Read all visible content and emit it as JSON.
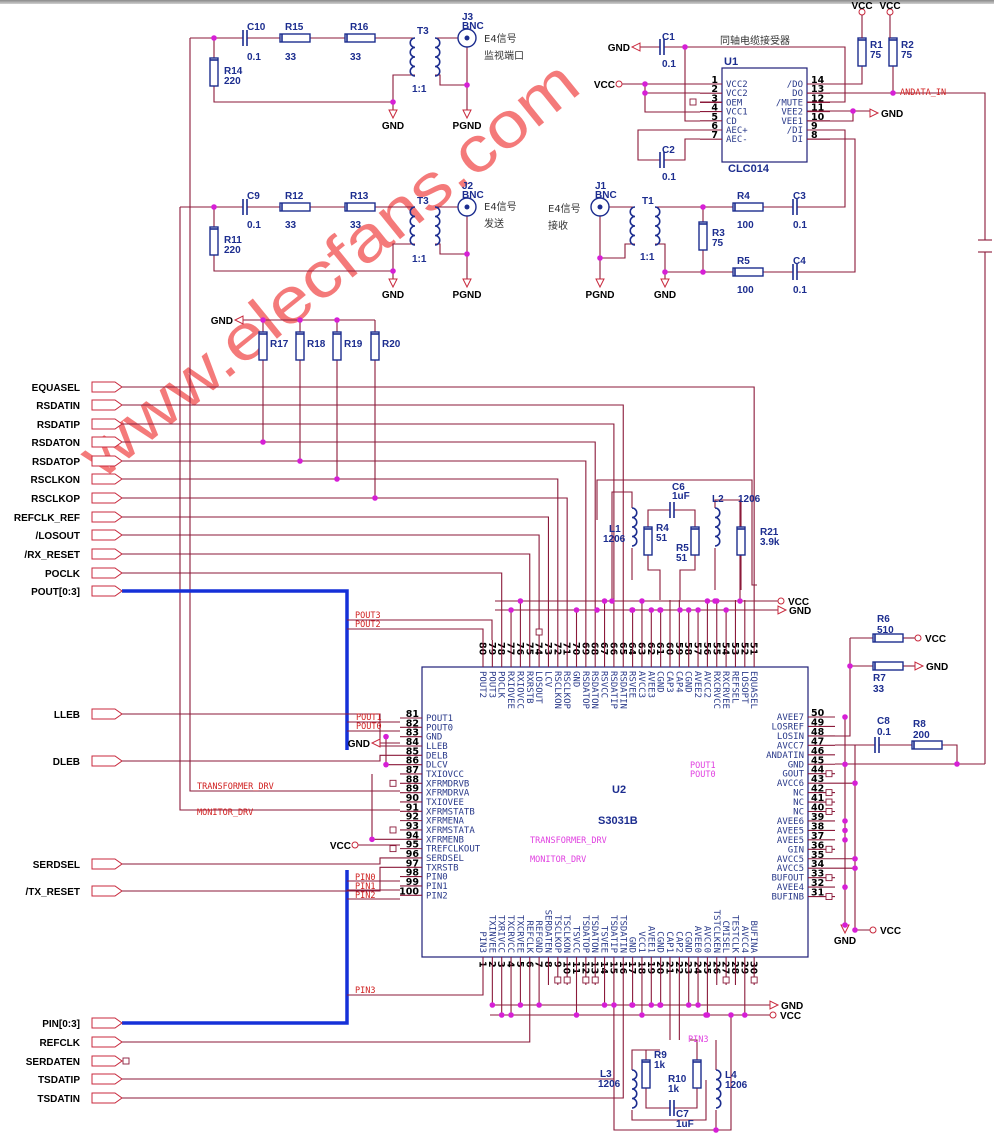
{
  "title": "同轴电缆接受器",
  "watermark": "www.elecfans.com",
  "connector_notes": [
    [
      "E4信号",
      "监视端口"
    ],
    [
      "E4信号",
      "发送"
    ],
    [
      "E4信号",
      "接收"
    ]
  ],
  "components": [
    {
      "ref": "C10",
      "value": "0.1"
    },
    {
      "ref": "R15",
      "value": "33"
    },
    {
      "ref": "R16",
      "value": "33"
    },
    {
      "ref": "R14",
      "value": "220"
    },
    {
      "ref": "T3",
      "value": "1:1"
    },
    {
      "ref": "J3",
      "value": "BNC"
    },
    {
      "ref": "C9",
      "value": "0.1"
    },
    {
      "ref": "R12",
      "value": "33"
    },
    {
      "ref": "R13",
      "value": "33"
    },
    {
      "ref": "R11",
      "value": "220"
    },
    {
      "ref": "T3",
      "value": "1:1"
    },
    {
      "ref": "J2",
      "value": "BNC"
    },
    {
      "ref": "C1",
      "value": "0.1"
    },
    {
      "ref": "C2",
      "value": "0.1"
    },
    {
      "ref": "R1",
      "value": "75"
    },
    {
      "ref": "R2",
      "value": "75"
    },
    {
      "ref": "J1",
      "value": "BNC"
    },
    {
      "ref": "T1",
      "value": "1:1"
    },
    {
      "ref": "R3",
      "value": "75"
    },
    {
      "ref": "R4",
      "value": "100"
    },
    {
      "ref": "C3",
      "value": "0.1"
    },
    {
      "ref": "R5",
      "value": "100"
    },
    {
      "ref": "C4",
      "value": "0.1"
    },
    {
      "ref": "R17",
      "value": ""
    },
    {
      "ref": "R18",
      "value": ""
    },
    {
      "ref": "R19",
      "value": ""
    },
    {
      "ref": "R20",
      "value": ""
    },
    {
      "ref": "C6",
      "value": "1uF"
    },
    {
      "ref": "R4",
      "value": "51"
    },
    {
      "ref": "R5",
      "value": "51"
    },
    {
      "ref": "L1",
      "value": "1206"
    },
    {
      "ref": "L2",
      "value": "1206"
    },
    {
      "ref": "R21",
      "value": "3.9k"
    },
    {
      "ref": "R6",
      "value": "510"
    },
    {
      "ref": "R7",
      "value": "33"
    },
    {
      "ref": "C8",
      "value": "0.1"
    },
    {
      "ref": "R8",
      "value": "200"
    },
    {
      "ref": "R9",
      "value": "1k"
    },
    {
      "ref": "R10",
      "value": "1k"
    },
    {
      "ref": "C7",
      "value": "1uF"
    },
    {
      "ref": "L3",
      "value": "1206"
    },
    {
      "ref": "L4",
      "value": "1206"
    }
  ],
  "power_symbols": [
    "GND",
    "PGND",
    "GND",
    "PGND",
    "GND",
    "VCC",
    "VCC",
    "VCC",
    "GND",
    "PGND",
    "GND",
    "GND",
    "VCC",
    "GND",
    "VCC",
    "GND",
    "GND",
    "VCC",
    "GND",
    "VCC",
    "GND",
    "VCC"
  ],
  "ports": [
    "EQUASEL",
    "RSDATIN",
    "RSDATIP",
    "RSDATON",
    "RSDATOP",
    "RSCLKON",
    "RSCLKOP",
    "REFCLK_REF",
    "/LOSOUT",
    "/RX_RESET",
    "POCLK",
    "POUT[0:3]",
    "LLEB",
    "DLEB",
    "SERDSEL",
    "/TX_RESET",
    "PIN[0:3]",
    "REFCLK",
    "SERDATEN",
    "TSDATIP",
    "TSDATIN"
  ],
  "net_labels": [
    "POUT3",
    "POUT2",
    "POUT1",
    "POUT0",
    "TRANSFORMER_DRV",
    "MONITOR_DRV",
    "PIN0",
    "PIN1",
    "PIN2",
    "PIN3",
    "ANDATA_IN"
  ],
  "internal_labels": [
    "POUT1",
    "POUT0",
    "TRANSFORMER_DRV",
    "MONITOR_DRV",
    "PIN3"
  ],
  "u1": {
    "ref": "U1",
    "part": "CLC014",
    "left_pins": [
      [
        "1",
        "VCC2"
      ],
      [
        "2",
        "VCC2"
      ],
      [
        "3",
        "OEM"
      ],
      [
        "4",
        "VCC1"
      ],
      [
        "5",
        "CD"
      ],
      [
        "6",
        "AEC+"
      ],
      [
        "7",
        "AEC-"
      ]
    ],
    "right_pins": [
      [
        "14",
        "/DO"
      ],
      [
        "13",
        "DO"
      ],
      [
        "12",
        "/MUTE"
      ],
      [
        "11",
        "VEE2"
      ],
      [
        "10",
        "VEE1"
      ],
      [
        "9",
        "/DI"
      ],
      [
        "8",
        "DI"
      ]
    ]
  },
  "u2": {
    "ref": "U2",
    "part": "S3031B",
    "top_pins": [
      [
        "80",
        "POUT2"
      ],
      [
        "79",
        "POUT3"
      ],
      [
        "78",
        "POCLK"
      ],
      [
        "77",
        "RXIOVEE"
      ],
      [
        "76",
        "RXIOVCC"
      ],
      [
        "75",
        "RXRSTB"
      ],
      [
        "74",
        "LOSOUT"
      ],
      [
        "73",
        "LCV"
      ],
      [
        "72",
        "RSCLKON"
      ],
      [
        "71",
        "RSCLKOP"
      ],
      [
        "70",
        "GND"
      ],
      [
        "69",
        "RSDATOP"
      ],
      [
        "68",
        "RSDATON"
      ],
      [
        "67",
        "RSVCC"
      ],
      [
        "66",
        "RSDATIP"
      ],
      [
        "65",
        "RSDATIN"
      ],
      [
        "64",
        "RSVEE"
      ],
      [
        "63",
        "AVCC3"
      ],
      [
        "62",
        "AVEE3"
      ],
      [
        "61",
        "CGND"
      ],
      [
        "60",
        "CAP3"
      ],
      [
        "59",
        "CAP4"
      ],
      [
        "58",
        "CGND"
      ],
      [
        "57",
        "AVEE2"
      ],
      [
        "56",
        "AVCC2"
      ],
      [
        "55",
        "RXCRVCC"
      ],
      [
        "54",
        "RXCRVEE"
      ],
      [
        "53",
        "REFSEL"
      ],
      [
        "52",
        "LOSOPT"
      ],
      [
        "51",
        "EQUASEL"
      ]
    ],
    "left_pins": [
      [
        "81",
        "POUT1"
      ],
      [
        "82",
        "POUT0"
      ],
      [
        "83",
        "GND"
      ],
      [
        "84",
        "LLEB"
      ],
      [
        "85",
        "DELB"
      ],
      [
        "86",
        "DLCV"
      ],
      [
        "87",
        "TXIOVCC"
      ],
      [
        "88",
        "XFRMDRVB"
      ],
      [
        "89",
        "XFRMDRVA"
      ],
      [
        "90",
        "TXIOVEE"
      ],
      [
        "91",
        "XFRMSTATB"
      ],
      [
        "92",
        "XFRMENA"
      ],
      [
        "93",
        "XFRMSTATA"
      ],
      [
        "94",
        "XFRMENB"
      ],
      [
        "95",
        "TREFCLKOUT"
      ],
      [
        "96",
        "SERDSEL"
      ],
      [
        "97",
        "TXRSTB"
      ],
      [
        "98",
        "PIN0"
      ],
      [
        "99",
        "PIN1"
      ],
      [
        "100",
        "PIN2"
      ]
    ],
    "right_pins": [
      [
        "50",
        "AVEE7"
      ],
      [
        "49",
        "LOSREF"
      ],
      [
        "48",
        "LOSIN"
      ],
      [
        "47",
        "AVCC7"
      ],
      [
        "46",
        "ANDATIN"
      ],
      [
        "45",
        "GND"
      ],
      [
        "44",
        "GOUT"
      ],
      [
        "43",
        "AVCC6"
      ],
      [
        "42",
        "NC"
      ],
      [
        "41",
        "NC"
      ],
      [
        "40",
        "NC"
      ],
      [
        "39",
        "AVEE6"
      ],
      [
        "38",
        "AVEE5"
      ],
      [
        "37",
        "AVEE5"
      ],
      [
        "36",
        "GIN"
      ],
      [
        "35",
        "AVCC5"
      ],
      [
        "34",
        "AVCC5"
      ],
      [
        "33",
        "BUFOUT"
      ],
      [
        "32",
        "AVEE4"
      ],
      [
        "31",
        "BUFINB"
      ]
    ],
    "bottom_pins": [
      [
        "1",
        "PIN3"
      ],
      [
        "2",
        "TXINVEE"
      ],
      [
        "3",
        "TXRIVCC"
      ],
      [
        "4",
        "TXCRVCC"
      ],
      [
        "5",
        "TXCRVEE"
      ],
      [
        "6",
        "REFCLK"
      ],
      [
        "7",
        "REFGND"
      ],
      [
        "8",
        "SERDATEN"
      ],
      [
        "9",
        "TSCLKOP"
      ],
      [
        "10",
        "TSCLKON"
      ],
      [
        "11",
        "TSVCC"
      ],
      [
        "12",
        "TSDATOP"
      ],
      [
        "13",
        "TSDATON"
      ],
      [
        "14",
        "TSVEE"
      ],
      [
        "15",
        "TSDATIP"
      ],
      [
        "16",
        "TSDATIN"
      ],
      [
        "17",
        "GND"
      ],
      [
        "18",
        "VCC1"
      ],
      [
        "19",
        "AVEE1"
      ],
      [
        "20",
        "CGND"
      ],
      [
        "21",
        "CAP1"
      ],
      [
        "22",
        "CAP2"
      ],
      [
        "23",
        "CGND"
      ],
      [
        "24",
        "AVEE0"
      ],
      [
        "25",
        "AVCC0"
      ],
      [
        "26",
        "TSTCLKEN"
      ],
      [
        "27",
        "CMISEL"
      ],
      [
        "28",
        "TESTCLK"
      ],
      [
        "29",
        "AVCC4"
      ],
      [
        "30",
        "BUFINA"
      ]
    ]
  },
  "colors": {
    "wire": "#8b1a3a",
    "component": "#1c2d8f",
    "junction": "#d61fd6",
    "bus": "#1530d8",
    "net_label": "#d02020",
    "watermark": "#f04848"
  }
}
